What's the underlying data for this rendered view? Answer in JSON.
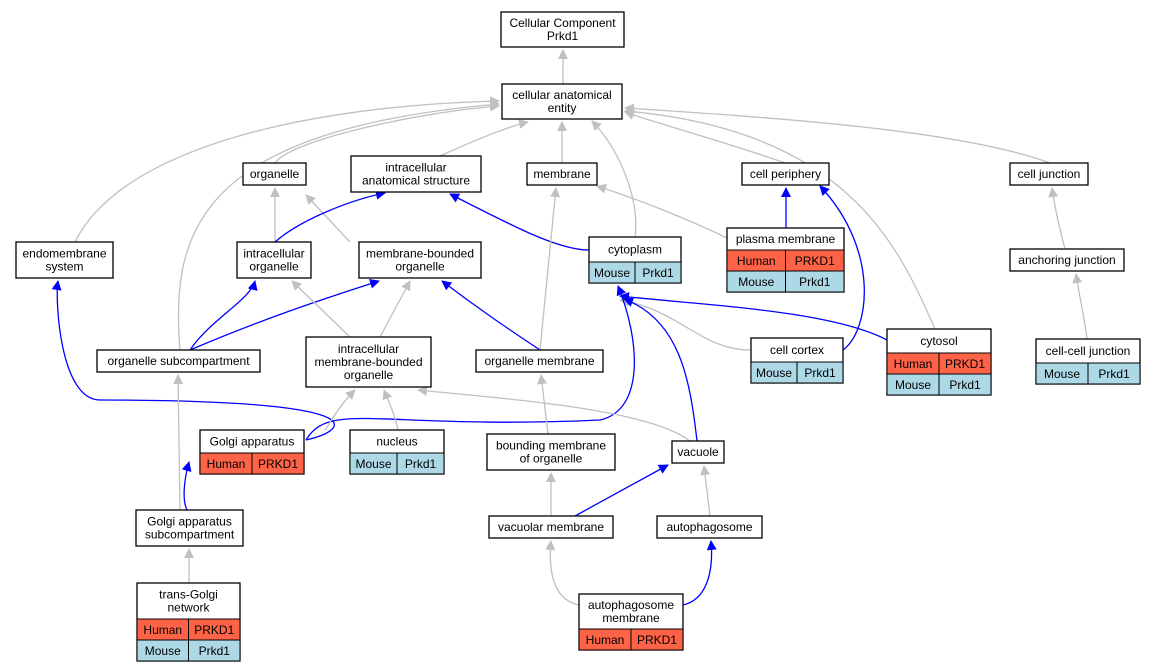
{
  "colors": {
    "human": "#ff6347",
    "mouse": "#add8e6",
    "edge_isa": "#c0c0c0",
    "edge_partof": "#0000ff"
  },
  "nodes": {
    "root": {
      "lines": [
        "Cellular Component",
        "Prkd1"
      ]
    },
    "cae": {
      "lines": [
        "cellular anatomical",
        "entity"
      ]
    },
    "organelle": {
      "lines": [
        "organelle"
      ]
    },
    "ias": {
      "lines": [
        "intracellular",
        "anatomical structure"
      ]
    },
    "membrane": {
      "lines": [
        "membrane"
      ]
    },
    "periphery": {
      "lines": [
        "cell periphery"
      ]
    },
    "junction": {
      "lines": [
        "cell junction"
      ]
    },
    "endomembrane": {
      "lines": [
        "endomembrane",
        "system"
      ]
    },
    "intraorg": {
      "lines": [
        "intracellular",
        "organelle"
      ]
    },
    "mbo": {
      "lines": [
        "membrane-bounded",
        "organelle"
      ]
    },
    "cytoplasm": {
      "lines": [
        "cytoplasm"
      ],
      "rows": [
        [
          "Mouse",
          "Prkd1"
        ]
      ]
    },
    "plasma": {
      "lines": [
        "plasma membrane"
      ],
      "rows": [
        [
          "Human",
          "PRKD1"
        ],
        [
          "Mouse",
          "Prkd1"
        ]
      ]
    },
    "anchoring": {
      "lines": [
        "anchoring junction"
      ]
    },
    "subcomp": {
      "lines": [
        "organelle subcompartment"
      ]
    },
    "imbo": {
      "lines": [
        "intracellular",
        "membrane-bounded",
        "organelle"
      ]
    },
    "orgmem": {
      "lines": [
        "organelle membrane"
      ]
    },
    "cortex": {
      "lines": [
        "cell cortex"
      ],
      "rows": [
        [
          "Mouse",
          "Prkd1"
        ]
      ]
    },
    "cytosol": {
      "lines": [
        "cytosol"
      ],
      "rows": [
        [
          "Human",
          "PRKD1"
        ],
        [
          "Mouse",
          "Prkd1"
        ]
      ]
    },
    "ccj": {
      "lines": [
        "cell-cell junction"
      ],
      "rows": [
        [
          "Mouse",
          "Prkd1"
        ]
      ]
    },
    "golgi": {
      "lines": [
        "Golgi apparatus"
      ],
      "rows": [
        [
          "Human",
          "PRKD1"
        ]
      ]
    },
    "nucleus": {
      "lines": [
        "nucleus"
      ],
      "rows": [
        [
          "Mouse",
          "Prkd1"
        ]
      ]
    },
    "bmo": {
      "lines": [
        "bounding membrane",
        "of organelle"
      ]
    },
    "vacuole": {
      "lines": [
        "vacuole"
      ]
    },
    "gas": {
      "lines": [
        "Golgi apparatus",
        "subcompartment"
      ]
    },
    "vacmem": {
      "lines": [
        "vacuolar membrane"
      ]
    },
    "autophagosome": {
      "lines": [
        "autophagosome"
      ]
    },
    "tgn": {
      "lines": [
        "trans-Golgi",
        "network"
      ],
      "rows": [
        [
          "Human",
          "PRKD1"
        ],
        [
          "Mouse",
          "Prkd1"
        ]
      ]
    },
    "apmem": {
      "lines": [
        "autophagosome",
        "membrane"
      ],
      "rows": [
        [
          "Human",
          "PRKD1"
        ]
      ]
    }
  }
}
